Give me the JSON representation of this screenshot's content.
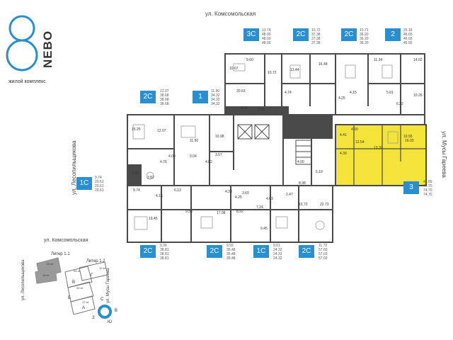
{
  "logo": {
    "digit": "8",
    "word": "NEBO",
    "subtitle": "жилой комплекс"
  },
  "streets": {
    "top": "ул. Комсомольская",
    "left": "ул. Лесопильщикова",
    "right": "ул. Мусы Гареева"
  },
  "units": [
    {
      "id": "u3c-top",
      "type": "3С",
      "areas": [
        "13.74",
        "48.00",
        "48.00",
        "48.00"
      ]
    },
    {
      "id": "u2c-top-a",
      "type": "2С",
      "areas": [
        "10.72",
        "37.38",
        "37.38",
        "37.38"
      ]
    },
    {
      "id": "u2c-top-b",
      "type": "2С",
      "areas": [
        "10.71",
        "36.20",
        "36.20",
        "36.20"
      ]
    },
    {
      "id": "u2-top",
      "type": "2",
      "areas": [
        "25.16",
        "46.65",
        "46.65",
        "46.65"
      ]
    },
    {
      "id": "u2c-mid",
      "type": "2С",
      "areas": [
        "12.07",
        "38.68",
        "38.68",
        "38.68"
      ]
    },
    {
      "id": "u1-mid",
      "type": "1",
      "areas": [
        "11.90",
        "34.32",
        "34.32",
        "34.32"
      ]
    },
    {
      "id": "u1c-left",
      "type": "1С",
      "areas": [
        "9.74",
        "20.61",
        "20.61",
        "20.61"
      ]
    },
    {
      "id": "u3-right",
      "type": "3",
      "areas": [
        "41.89",
        "74.70",
        "74.70",
        "74.70"
      ]
    },
    {
      "id": "u2c-bot-a",
      "type": "2С",
      "areas": [
        "9.36",
        "38.81",
        "38.81",
        "38.81"
      ]
    },
    {
      "id": "u2c-bot-b",
      "type": "2С",
      "areas": [
        "9.92",
        "35.48",
        "35.48",
        "35.48"
      ]
    },
    {
      "id": "u1c-bot",
      "type": "1С",
      "areas": [
        "9.61",
        "24.32",
        "24.32",
        "24.32"
      ]
    },
    {
      "id": "u2c-bot-c",
      "type": "2С",
      "areas": [
        "11.72",
        "57.03",
        "57.03",
        "57.03"
      ]
    }
  ],
  "rooms": [
    "9.60",
    "10.07",
    "20.63",
    "10.72",
    "13.44",
    "4.74",
    "16.48",
    "4.15",
    "11.34",
    "14.02",
    "10.26",
    "5.01",
    "6.22",
    "4.25",
    "3.28",
    "4.35",
    "15.25",
    "12.07",
    "11.50",
    "10.98",
    "3.04",
    "3.57",
    "4.82",
    "4.76",
    "4.00",
    "4.00",
    "5.19",
    "8.98",
    "12.54",
    "13.32",
    "4.41",
    "4.00",
    "16.03",
    "10.55",
    "4.39",
    "3.90",
    "2.82",
    "9.74",
    "6.13",
    "4.15",
    "9.58",
    "17.08",
    "4.23",
    "3.60",
    "4.25",
    "8.92",
    "7.24",
    "9.45",
    "2.47",
    "15.72",
    "22.73",
    "4.03",
    "19.45"
  ],
  "minimap": {
    "street_top": "ул. Комсомольская",
    "street_left": "ул. Лесопильщикова",
    "street_right": "ул. Мусы Гареева",
    "literas": [
      "Литер 1.1",
      "Литер 1.2"
    ],
    "sections": [
      "А",
      "Б",
      "В",
      "Г"
    ],
    "floors": [
      "20 эт",
      "24 эт",
      "20 эт",
      "10 эт",
      "12 эт",
      "17 эт"
    ]
  },
  "compass": {
    "north": "С",
    "east": "В",
    "south": "Ю",
    "west": "З"
  },
  "colors": {
    "accent": "#2a8fd0",
    "highlight": "#f4e43a",
    "wall": "#4a4a4a"
  }
}
